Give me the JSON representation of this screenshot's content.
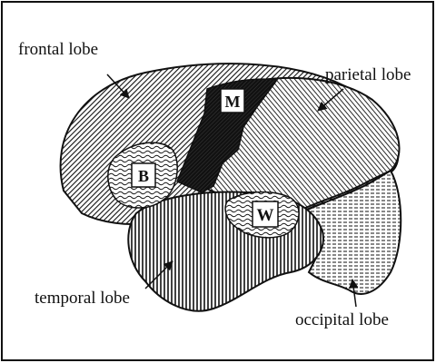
{
  "labels": {
    "frontal": "frontal lobe",
    "parietal": "parietal lobe",
    "temporal": "temporal lobe",
    "occipital": "occipital lobe"
  },
  "areas": {
    "broca": "B",
    "motor": "M",
    "wernicke": "W"
  },
  "colors": {
    "ink": "#111111",
    "background": "#ffffff"
  }
}
